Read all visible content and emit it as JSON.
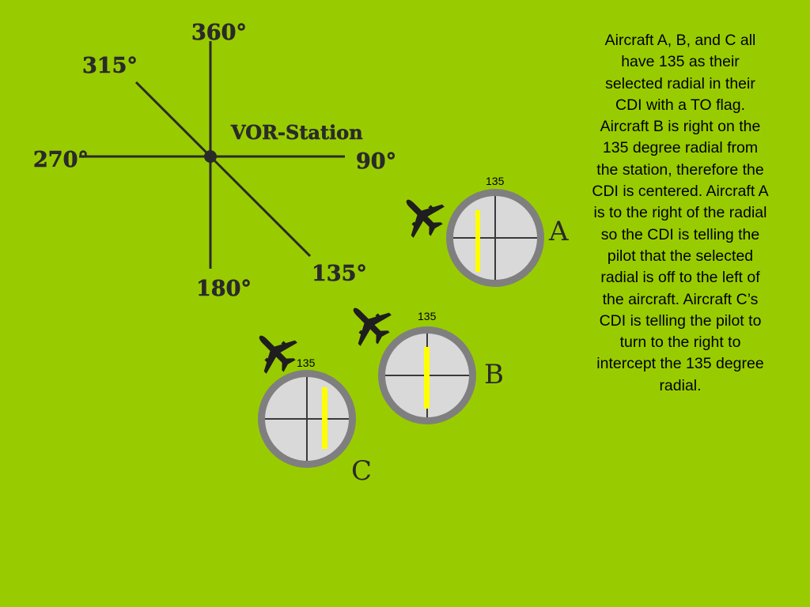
{
  "vor": {
    "station_label": "VOR-Station",
    "radials": {
      "r360": "360°",
      "r315": "315°",
      "r270": "270°",
      "r90": "90°",
      "r180": "180°",
      "r135": "135°"
    }
  },
  "aircraft": [
    {
      "letter": "A",
      "selected_radial": "135",
      "cdi_state": "needle-left"
    },
    {
      "letter": "B",
      "selected_radial": "135",
      "cdi_state": "centered"
    },
    {
      "letter": "C",
      "selected_radial": "135",
      "cdi_state": "needle-right"
    }
  ],
  "colors": {
    "background": "#99cc00",
    "cdi_needle": "#ffff00",
    "cdi_face": "#d9d9d9",
    "cdi_bezel": "#808080",
    "lines": "#2a2a2a"
  },
  "explanation": "Aircraft A, B, and C all have 135 as their selected radial in their CDI with a TO flag.  Aircraft B is right on the 135 degree radial from the station, therefore the CDI is centered.  Aircraft A is to the right of the radial so the CDI is telling the pilot that the selected radial is off to the left of the aircraft. Aircraft C’s CDI is telling the pilot to turn to the right to intercept the 135 degree radial."
}
